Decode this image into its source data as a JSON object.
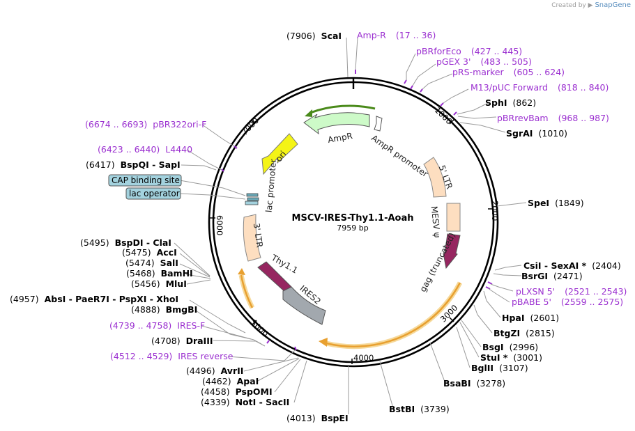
{
  "credit": {
    "prefix": "Created by",
    "brand": "SnapGene"
  },
  "plasmid": {
    "name": "MSCV-IRES-Thy1.1-Aoah",
    "size_label": "7959 bp",
    "length": 7959
  },
  "ticks": [
    "1000",
    "2000",
    "3000",
    "4000",
    "5000",
    "6000",
    "7000"
  ],
  "enzymes": [
    {
      "name": "ScaI",
      "pos": "(7906)"
    },
    {
      "name": "SphI",
      "pos": "(862)"
    },
    {
      "name": "SgrAI",
      "pos": "(1010)"
    },
    {
      "name": "SpeI",
      "pos": "(1849)"
    },
    {
      "name": "CsiI  -  SexAI *",
      "pos": "(2404)"
    },
    {
      "name": "BsrGI",
      "pos": "(2471)"
    },
    {
      "name": "HpaI",
      "pos": "(2601)"
    },
    {
      "name": "BtgZI",
      "pos": "(2815)"
    },
    {
      "name": "BsgI",
      "pos": "(2996)"
    },
    {
      "name": "StuI *",
      "pos": "(3001)"
    },
    {
      "name": "BglII",
      "pos": "(3107)"
    },
    {
      "name": "BsaBI",
      "pos": "(3278)"
    },
    {
      "name": "BstBI",
      "pos": "(3739)"
    },
    {
      "name": "BspEI",
      "pos": "(4013)"
    },
    {
      "name": "NotI  -  SacII",
      "pos": "(4339)"
    },
    {
      "name": "PspOMI",
      "pos": "(4458)"
    },
    {
      "name": "ApaI",
      "pos": "(4462)"
    },
    {
      "name": "AvrII",
      "pos": "(4496)"
    },
    {
      "name": "DraIII",
      "pos": "(4708)"
    },
    {
      "name": "BmgBI",
      "pos": "(4888)"
    },
    {
      "name": "AbsI  -  PaeR7I  -  PspXI  -  XhoI",
      "pos": "(4957)"
    },
    {
      "name": "MluI",
      "pos": "(5456)"
    },
    {
      "name": "BamHI",
      "pos": "(5468)"
    },
    {
      "name": "SalI",
      "pos": "(5474)"
    },
    {
      "name": "AccI",
      "pos": "(5475)"
    },
    {
      "name": "BspDI  -  ClaI",
      "pos": "(5495)"
    },
    {
      "name": "BspQI  -  SapI",
      "pos": "(6417)"
    }
  ],
  "primers": [
    {
      "name": "Amp-R",
      "range": "(17 .. 36)"
    },
    {
      "name": "pBRforEco",
      "range": "(427 .. 445)"
    },
    {
      "name": "pGEX 3'",
      "range": "(483 .. 505)"
    },
    {
      "name": "pRS-marker",
      "range": "(605 .. 624)"
    },
    {
      "name": "M13/pUC Forward",
      "range": "(818 .. 840)"
    },
    {
      "name": "pBRrevBam",
      "range": "(968 .. 987)"
    },
    {
      "name": "pLXSN 5'",
      "range": "(2521 .. 2543)"
    },
    {
      "name": "pBABE 5'",
      "range": "(2559 .. 2575)"
    },
    {
      "name": "IRES-F",
      "range": "(4739 .. 4758)"
    },
    {
      "name": "IRES reverse",
      "range": "(4512 .. 4529)"
    },
    {
      "name": "L4440",
      "range": "(6423 .. 6440)"
    },
    {
      "name": "pBR322ori-F",
      "range": "(6674 .. 6693)"
    }
  ],
  "boxed_features": [
    "CAP binding site",
    "lac operator"
  ],
  "features": {
    "ampr": "AmpR",
    "ampr_promoter": "AmpR promoter",
    "ori": "ori",
    "lac_promoter": "lac promoter",
    "ltr5": "5' LTR",
    "ltr3": "3' LTR",
    "mesv": "MESV ψ",
    "gag": "gag (truncated)",
    "thy": "Thy1.1",
    "ires2": "IRES2"
  },
  "colors": {
    "ampr": "#cdfac8",
    "ori": "#f4f416",
    "ltr": "#fddec0",
    "gag": "#962660",
    "thy": "#962660",
    "ires": "#a2a8ae",
    "lac": "#a3d2de",
    "orf": "#f0a020",
    "primer": "#9b30d0"
  }
}
